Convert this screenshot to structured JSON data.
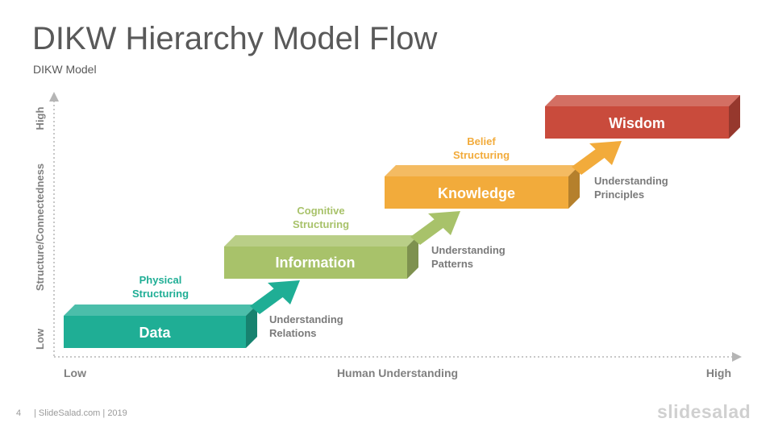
{
  "slide": {
    "title": "DIKW Hierarchy Model Flow",
    "subtitle": "DIKW Model",
    "page_number": "4",
    "footer": "| SlideSalad.com | 2019",
    "brand": "slidesalad"
  },
  "axes": {
    "y_label": "Structure/Connectedness",
    "y_low": "Low",
    "y_high": "High",
    "x_label": "Human Understanding",
    "x_low": "Low",
    "x_high": "High"
  },
  "steps": [
    {
      "label": "Data",
      "color": "#1fae95",
      "process_line1": "Physical",
      "process_line2": "Structuring",
      "process_color": "#1fae95",
      "understanding_line1": "Understanding",
      "understanding_line2": "Relations"
    },
    {
      "label": "Information",
      "color": "#a8c26a",
      "process_line1": "Cognitive",
      "process_line2": "Structuring",
      "process_color": "#a8c26a",
      "understanding_line1": "Understanding",
      "understanding_line2": "Patterns"
    },
    {
      "label": "Knowledge",
      "color": "#f2ab3b",
      "process_line1": "Belief",
      "process_line2": "Structuring",
      "process_color": "#f2ab3b",
      "understanding_line1": "Understanding",
      "understanding_line2": "Principles"
    },
    {
      "label": "Wisdom",
      "color": "#c94b3c"
    }
  ]
}
